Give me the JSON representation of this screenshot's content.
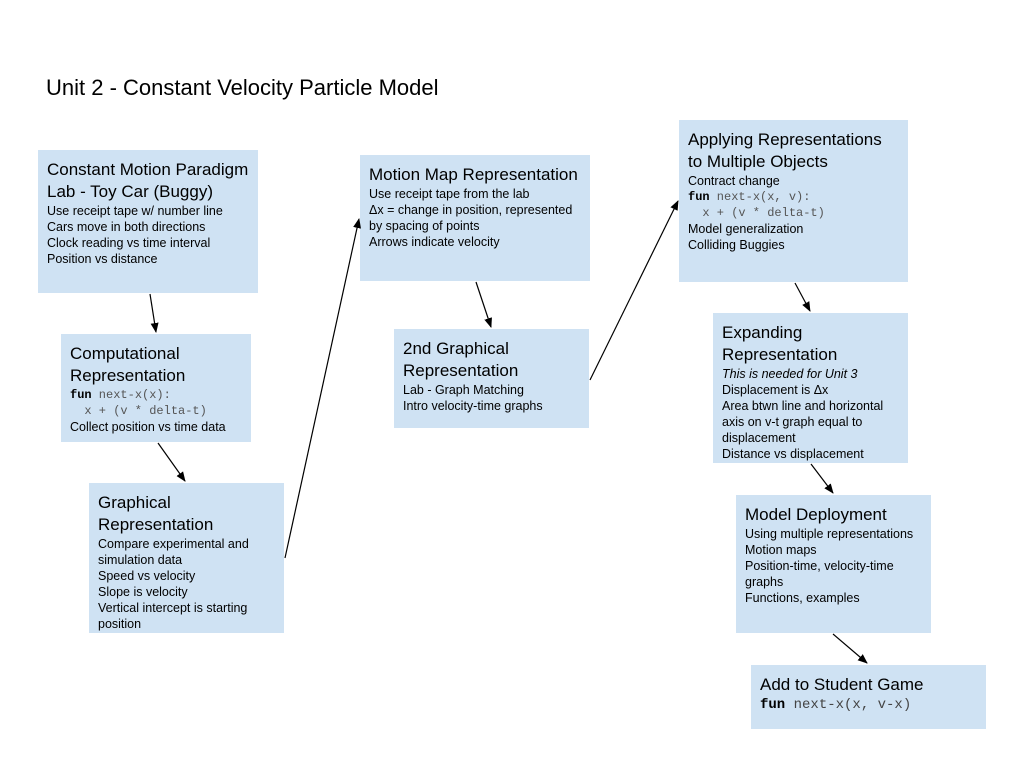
{
  "title": "Unit 2 - Constant Velocity Particle Model",
  "nodes": {
    "constant_motion": {
      "title": "Constant Motion Paradigm Lab - Toy Car (Buggy)",
      "lines": [
        "Use receipt tape w/ number line",
        "Cars move in both directions",
        "Clock reading vs time interval",
        "Position vs distance"
      ]
    },
    "computational": {
      "title": "Computational Representation",
      "code_keyword": "fun",
      "code_sig": " next-x(x):",
      "code_body": "  x + (v * delta-t)",
      "lines": [
        "Collect position vs time data"
      ]
    },
    "graphical": {
      "title": "Graphical Representation",
      "lines": [
        "Compare experimental and simulation data",
        "Speed vs velocity",
        "Slope is velocity",
        "Vertical intercept is starting position"
      ]
    },
    "motion_map": {
      "title": "Motion Map Representation",
      "lines": [
        "Use receipt tape from the lab",
        "Δx = change in position, represented by spacing of points",
        "Arrows indicate velocity"
      ]
    },
    "second_graphical": {
      "title": "2nd Graphical Representation",
      "lines": [
        "Lab - Graph Matching",
        "Intro velocity-time graphs"
      ]
    },
    "applying": {
      "title": "Applying Representations to Multiple Objects",
      "line_top": "Contract change",
      "code_keyword": "fun",
      "code_sig": " next-x(x, v):",
      "code_body": "  x + (v * delta-t)",
      "lines": [
        "Model generalization",
        "Colliding Buggies"
      ]
    },
    "expanding": {
      "title": "Expanding Representation",
      "italic_line": "This is needed for Unit 3",
      "lines": [
        "Displacement is Δx",
        "Area btwn line and horizontal axis on v-t graph equal to displacement",
        "Distance vs displacement"
      ]
    },
    "deployment": {
      "title": "Model Deployment",
      "lines": [
        "Using multiple representations",
        "Motion maps",
        "Position-time, velocity-time graphs",
        "Functions, examples"
      ]
    },
    "student_game": {
      "title": "Add to Student Game",
      "code_keyword": "fun",
      "code_sig": " next-x(x, v-x)"
    }
  },
  "colors": {
    "box_fill": "#cfe2f3",
    "arrow": "#000000"
  }
}
